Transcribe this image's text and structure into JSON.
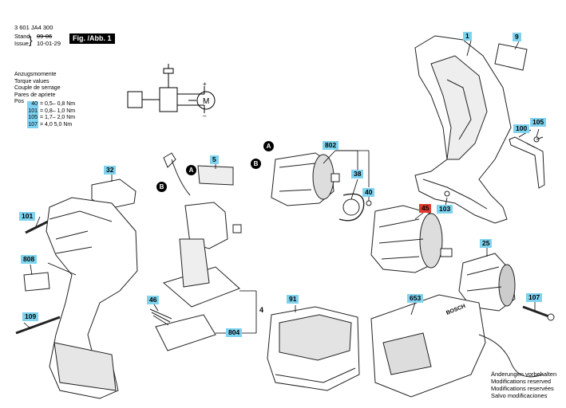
{
  "header": {
    "doc_number": "3 601 JA4 300",
    "stand_label": "Stand",
    "stand_date": "09-06",
    "issue_label": "Issue",
    "issue_date": "10-01-29",
    "fig_badge": "Fig. /Abb. 1"
  },
  "torque": {
    "titles": [
      "Anzugsmomente",
      "Torque values",
      "Couple de serrage",
      "Pares de apriete"
    ],
    "pos_label": "Pos",
    "rows": [
      {
        "pos": "40",
        "eq": "=",
        "value": "0,5– 0,8 Nm"
      },
      {
        "pos": "101",
        "eq": "=",
        "value": "0,8– 1,0 Nm"
      },
      {
        "pos": "105",
        "eq": "=",
        "value": "1,7– 2,0 Nm"
      },
      {
        "pos": "107",
        "eq": "=",
        "value": "4,0   5,0 Nm"
      }
    ]
  },
  "circuit": {
    "motor_symbol": "M",
    "plus": "+",
    "minus": "–"
  },
  "parts": {
    "p1": "1",
    "p9": "9",
    "p100": "100",
    "p105": "105",
    "p103": "103",
    "p802": "802",
    "p38": "38",
    "p40": "40",
    "p45": "45",
    "p25": "25",
    "p107": "107",
    "p5": "5",
    "p32": "32",
    "p101": "101",
    "p808": "808",
    "p109": "109",
    "p46": "46",
    "p804": "804",
    "p4": "4",
    "p91": "91",
    "p653": "653"
  },
  "connectors": {
    "a": "A",
    "b": "B"
  },
  "charger_brand": "BOSCH",
  "footer": [
    "Änderungen vorbehalten",
    "Modifications reserved",
    "Modifications reservées",
    "Salvo modificaciones"
  ]
}
